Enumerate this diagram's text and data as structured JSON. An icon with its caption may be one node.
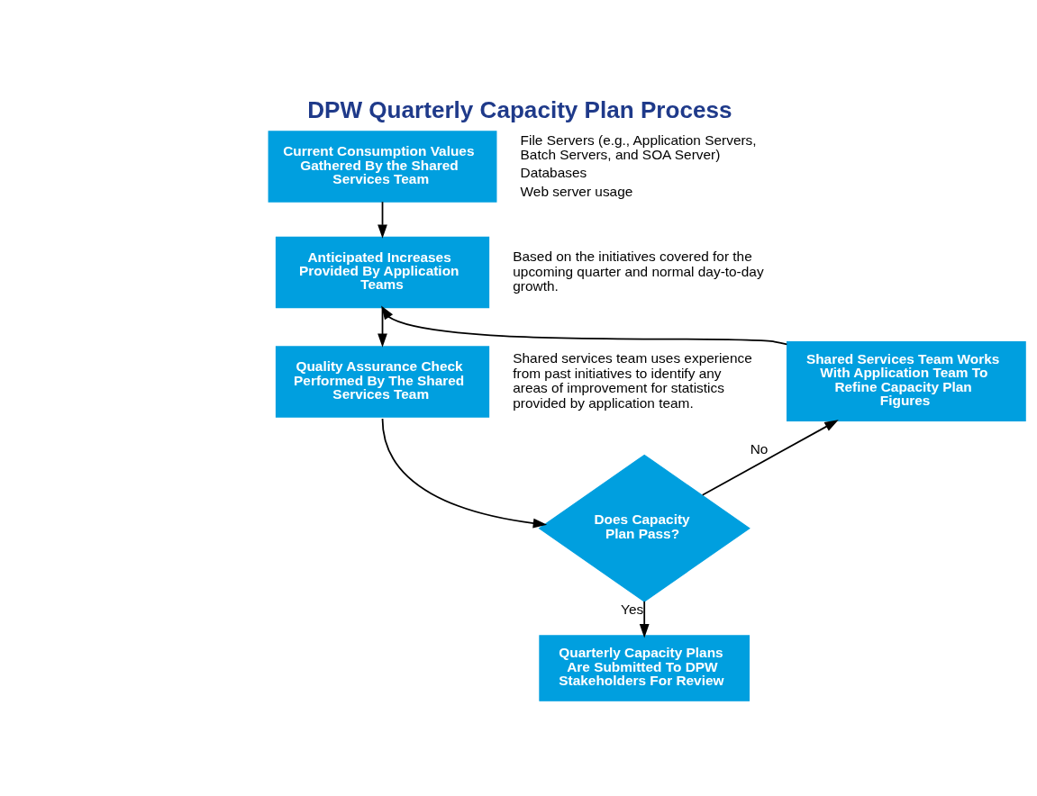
{
  "diagram": {
    "title": "DPW Quarterly Capacity Plan Process",
    "nodes": [
      {
        "text": [
          "Current Consumption Values Gathered By the Shared Services Team"
        ],
        "beside": [
          "File Servers (e.g., Application Servers, Batch Servers, and SOA Server)",
          "Databases",
          "Web server usage"
        ]
      },
      {
        "text": [
          "Anticipated Increases Provided By Application Teams"
        ],
        "beside": [
          "Based on the initiatives covered for the upcoming quarter and normal day-to-day growth."
        ]
      },
      {
        "text": [
          "Quality Assurance Check Performed By The Shared Services Team"
        ],
        "beside": [
          "Shared services team uses experience from past initiatives to identify any areas of improvement for statistics provided by application team."
        ]
      },
      {
        "text": [
          "Does Capacity Plan Pass?"
        ]
      },
      {
        "text": [
          "Quarterly Capacity Plans Are Submitted To DPW Stakeholders For Review"
        ]
      },
      {
        "text": [
          "Shared Services Team Works With Application Team To Refine Capacity Plan Figures"
        ]
      }
    ],
    "edges": [
      {
        "from": 0,
        "to": 1,
        "arrow": "to"
      },
      {
        "from": 1,
        "to": 2,
        "arrow": "to"
      },
      {
        "from": 2,
        "to": 3,
        "arrow": "to"
      },
      {
        "from": 3,
        "to": 4,
        "arrow": "to",
        "label": "Yes"
      },
      {
        "from": 3,
        "to": 5,
        "arrow": "to",
        "label": "No"
      },
      {
        "from": 5,
        "to": 1,
        "arrow": "to"
      }
    ]
  }
}
